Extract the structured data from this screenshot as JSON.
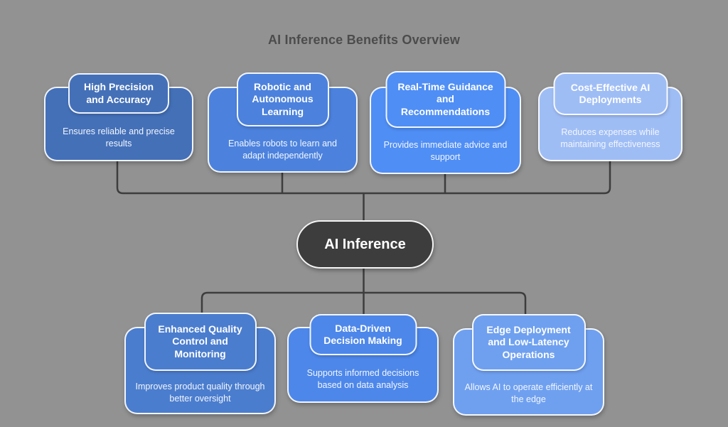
{
  "title": "AI Inference Benefits Overview",
  "center_node": {
    "label": "AI Inference"
  },
  "top_benefits": [
    {
      "heading": "High Precision and Accuracy",
      "description": "Ensures reliable and precise results",
      "fill": "#4470b8"
    },
    {
      "heading": "Robotic and Autonomous Learning",
      "description": "Enables robots to learn and adapt independently",
      "fill": "#4c82dd"
    },
    {
      "heading": "Real-Time Guidance and Recommendations",
      "description": "Provides immediate advice and support",
      "fill": "#4f8ef5"
    },
    {
      "heading": "Cost-Effective AI Deployments",
      "description": "Reduces expenses while maintaining effectiveness",
      "fill": "#9fbdf5"
    }
  ],
  "bottom_benefits": [
    {
      "heading": "Enhanced Quality Control and Monitoring",
      "description": "Improves product quality through better oversight",
      "fill": "#4b7dce"
    },
    {
      "heading": "Data-Driven Decision Making",
      "description": "Supports informed decisions based on data analysis",
      "fill": "#4d87ea"
    },
    {
      "heading": "Edge Deployment and Low-Latency Operations",
      "description": "Allows AI to operate efficiently at the edge",
      "fill": "#6fa0f0"
    }
  ],
  "colors": {
    "background": "#929292",
    "connector": "#3d3d3d",
    "center_node_fill": "#3d3d3d",
    "title_text": "#4c4c4c"
  }
}
